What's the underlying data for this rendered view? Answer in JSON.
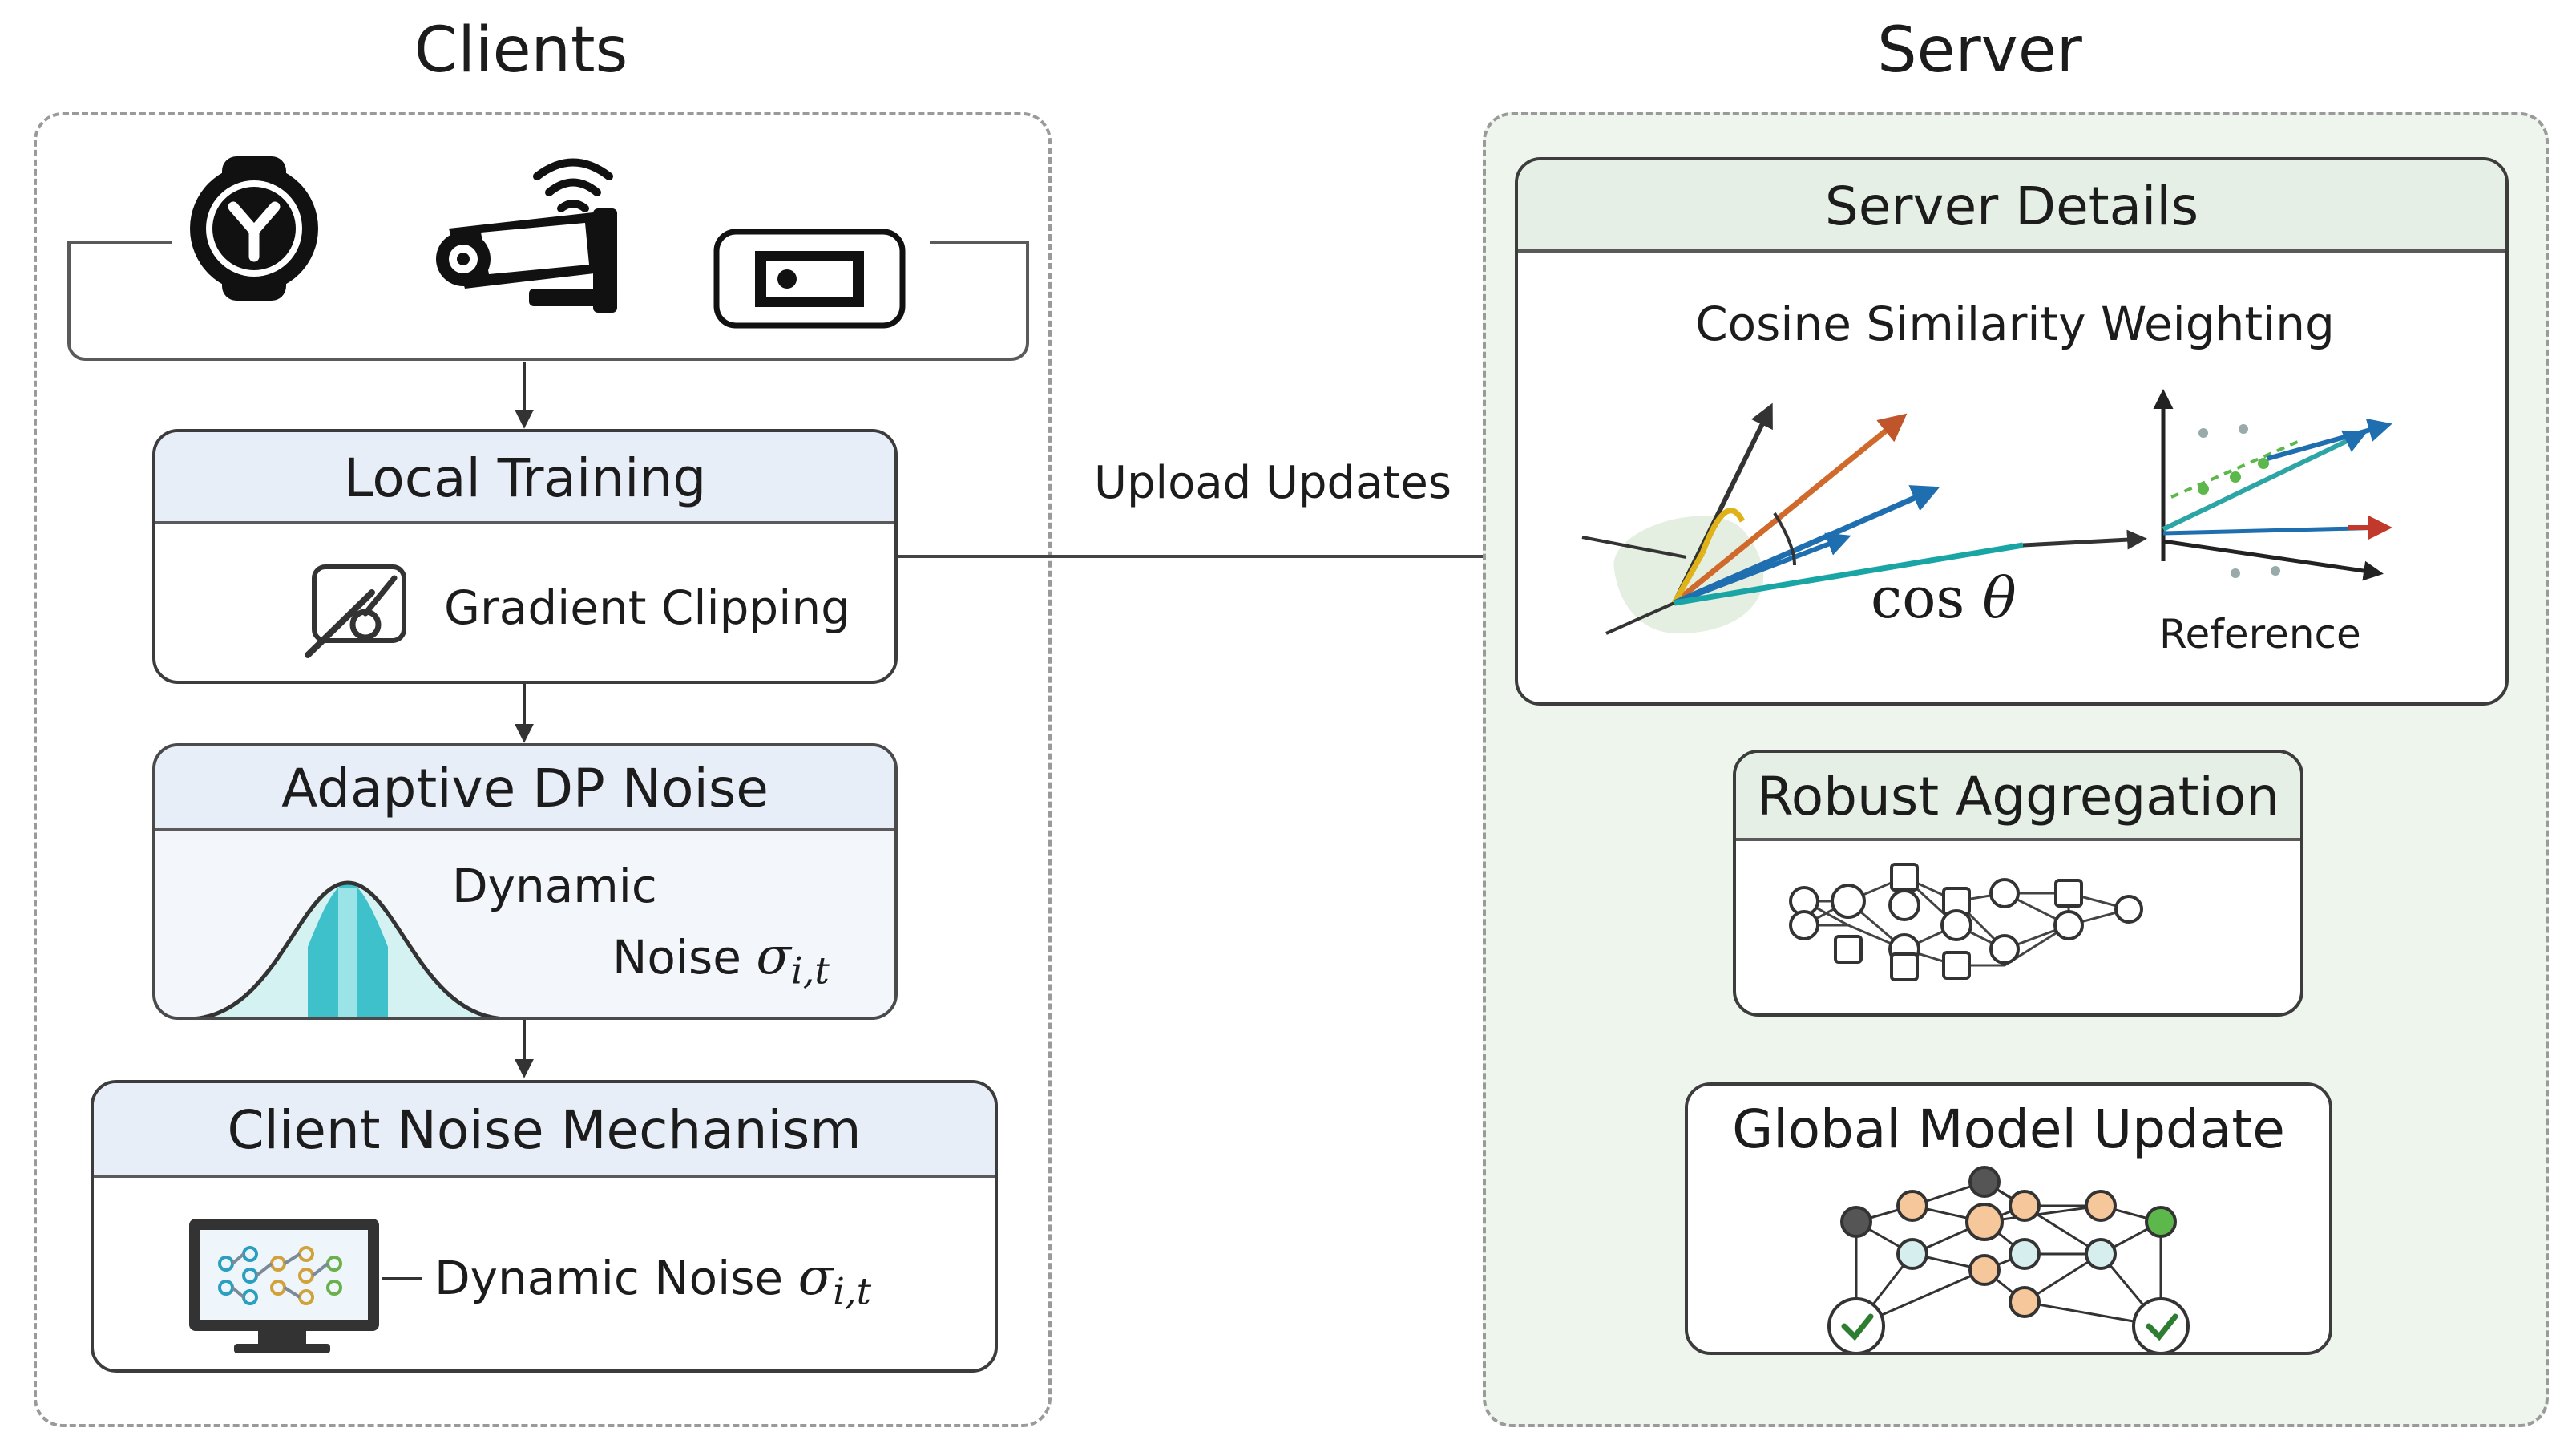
{
  "clients": {
    "title": "Clients",
    "devices": [
      "watch-icon",
      "security-camera-icon",
      "tablet-icon"
    ],
    "local_training": {
      "header": "Local Training",
      "label": "Gradient Clipping"
    },
    "adaptive_dp": {
      "header": "Adaptive DP Noise",
      "line1": "Dynamic",
      "line2": "Noise",
      "symbol": "σ",
      "sub": "i,t"
    },
    "client_noise": {
      "header": "Client Noise Mechanism",
      "label": "Dynamic Noise",
      "symbol": "σ",
      "sub": "i,t"
    }
  },
  "connector": {
    "label": "Upload Updates"
  },
  "server": {
    "title": "Server",
    "details": {
      "header": "Server Details",
      "subtitle": "Cosine Similarity Weighting",
      "cos_label": "cos",
      "theta": "θ",
      "reference_label": "Reference"
    },
    "robust": {
      "header": "Robust Aggregation"
    },
    "global": {
      "header": "Global Model Update"
    }
  },
  "colors": {
    "box_header_blue": "#e8eef8",
    "box_header_green": "#e5efe5",
    "server_panel_bg": "#eef5ec",
    "arrow_orange": "#d06a2c",
    "arrow_blue": "#1f6fb0",
    "arrow_teal": "#1aa5a5",
    "arrow_yellow": "#e0b21a",
    "gauss_fill": "#5ccfd6",
    "node_orange": "#f6c79a",
    "node_teal": "#d6efee",
    "node_green": "#5cb84a"
  }
}
